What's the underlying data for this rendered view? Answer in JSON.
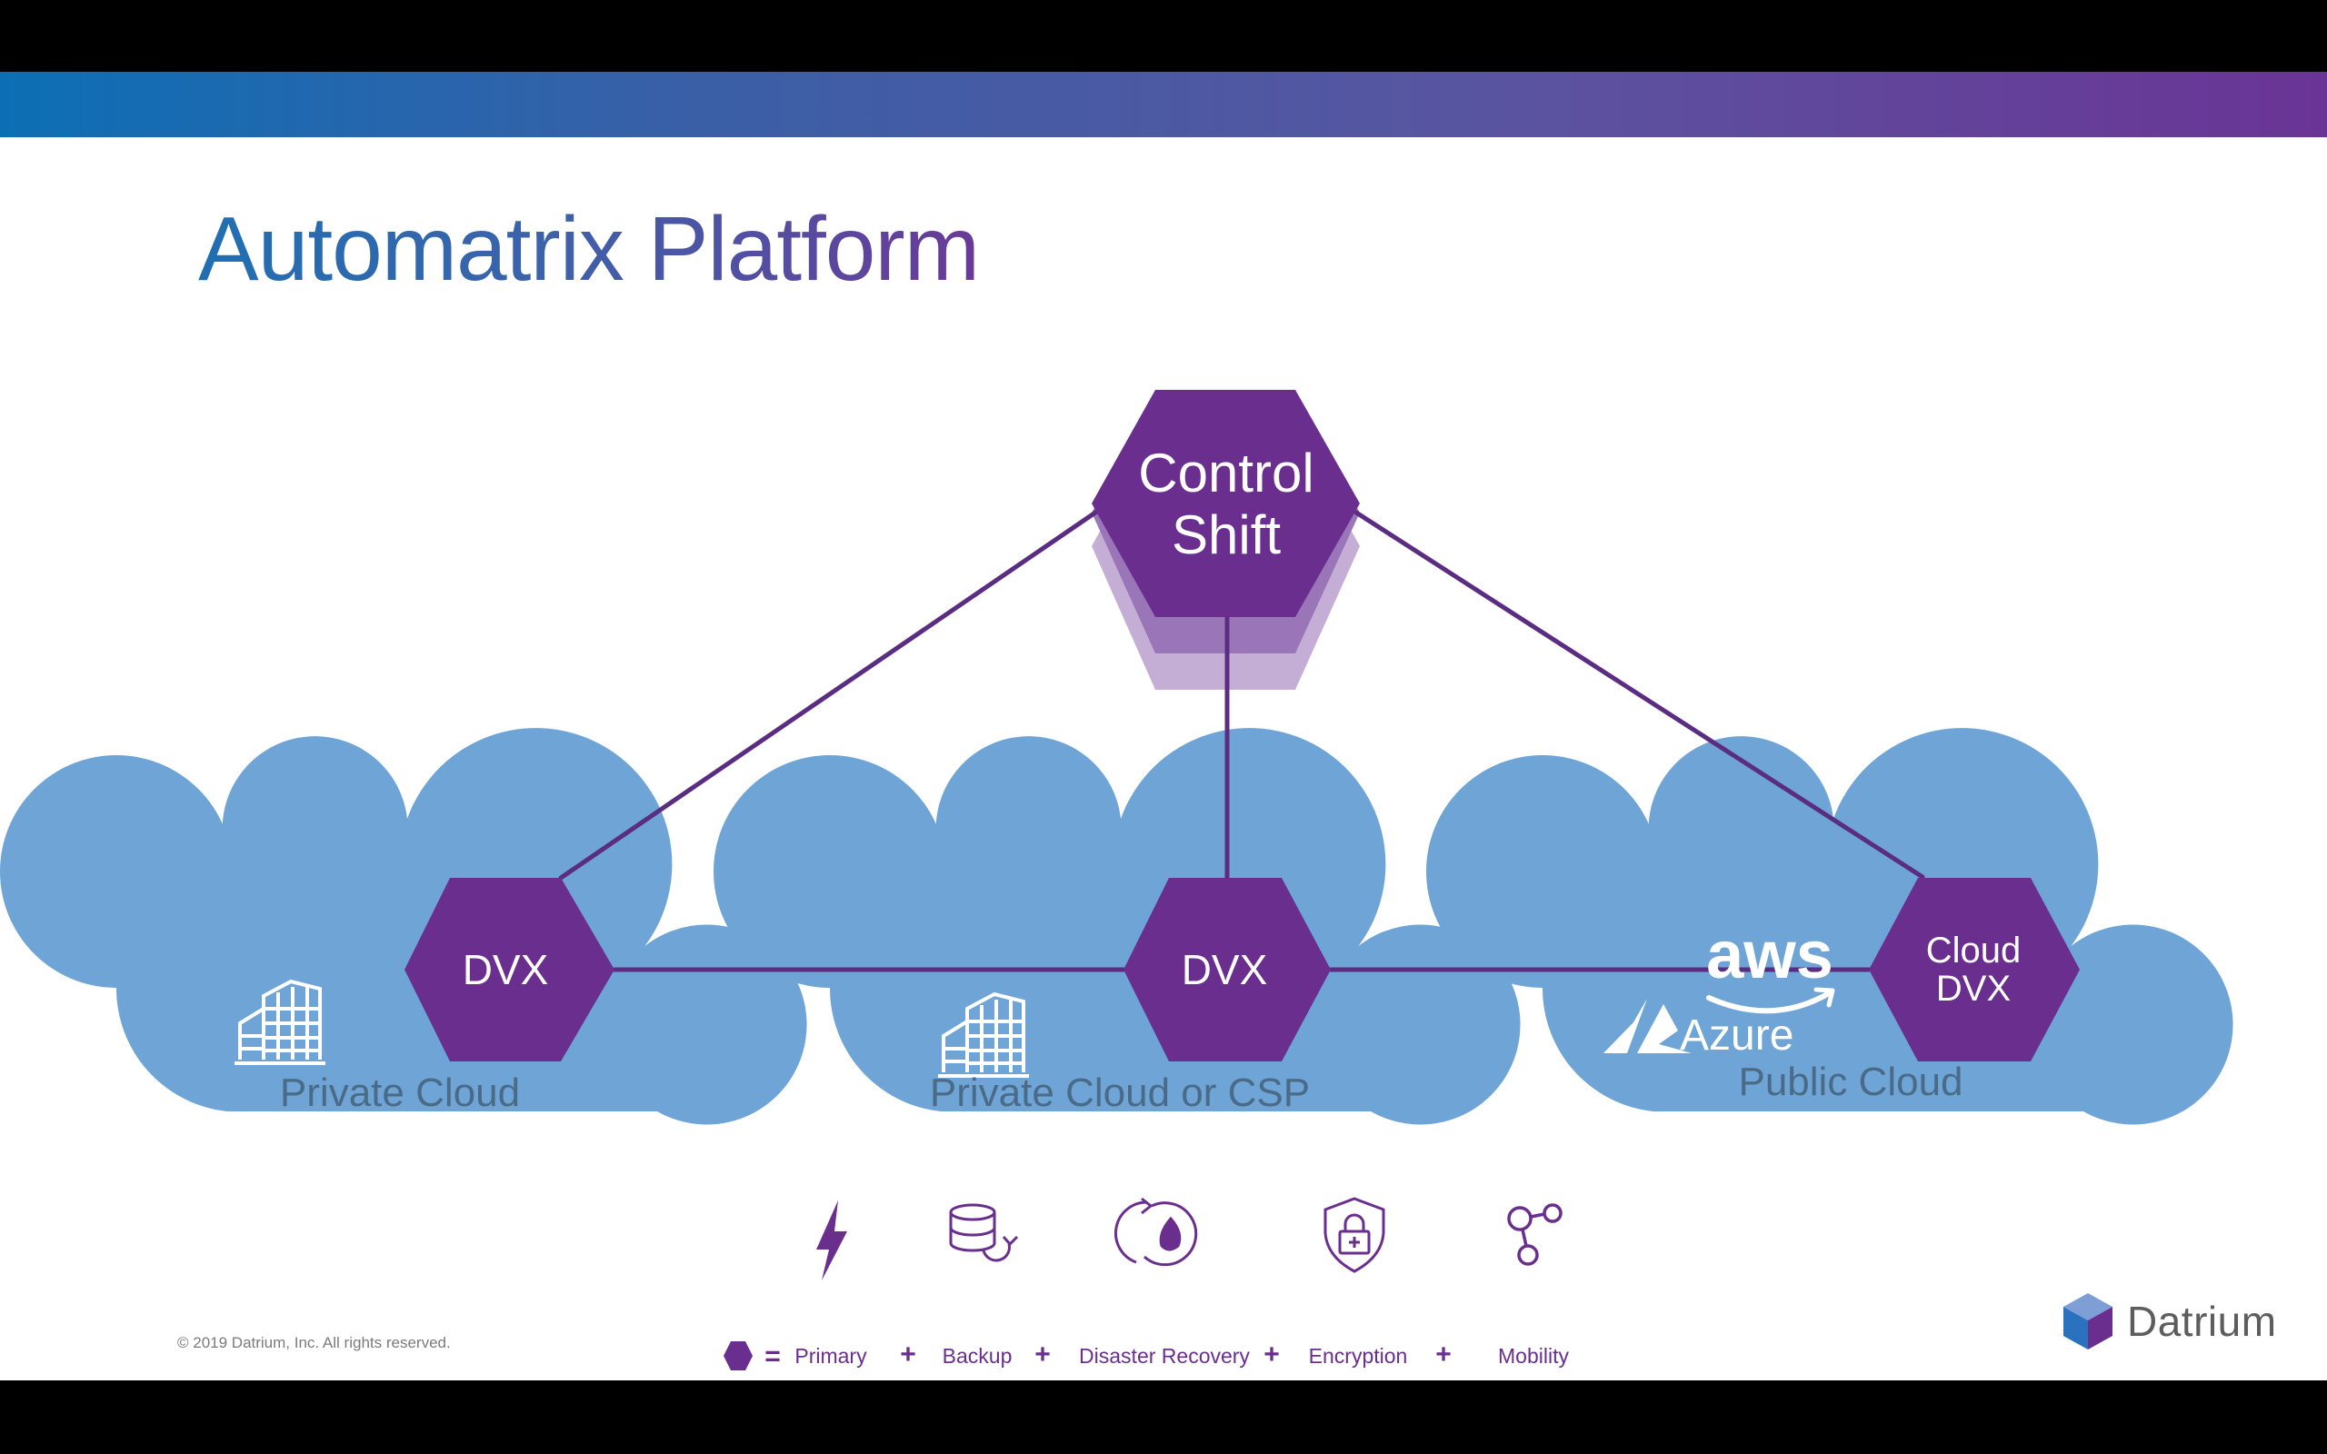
{
  "title": "Automatrix Platform",
  "control": {
    "line1": "Control",
    "line2": "Shift"
  },
  "clouds": [
    {
      "hex_label": "DVX",
      "label": "Private Cloud"
    },
    {
      "hex_label": "DVX",
      "label": "Private Cloud or CSP"
    },
    {
      "hex_label_line1": "Cloud",
      "hex_label_line2": "DVX",
      "label": "Public Cloud",
      "logos": [
        "aws",
        "Azure"
      ]
    }
  ],
  "legend": {
    "equals": "=",
    "plus": "+",
    "items": [
      {
        "label": "Primary",
        "icon": "lightning-icon"
      },
      {
        "label": "Backup",
        "icon": "database-backup-icon"
      },
      {
        "label": "Disaster Recovery",
        "icon": "disaster-recovery-icon"
      },
      {
        "label": "Encryption",
        "icon": "shield-lock-icon"
      },
      {
        "label": "Mobility",
        "icon": "mobility-nodes-icon"
      }
    ]
  },
  "footer": {
    "copyright": "© 2019 Datrium, Inc. All rights reserved.",
    "brand": "Datrium"
  },
  "colors": {
    "purple": "#6a2f8e",
    "cloud_blue": "#6ea5d6",
    "cloud_label": "#4a6b87",
    "connector": "#5a2d82"
  }
}
